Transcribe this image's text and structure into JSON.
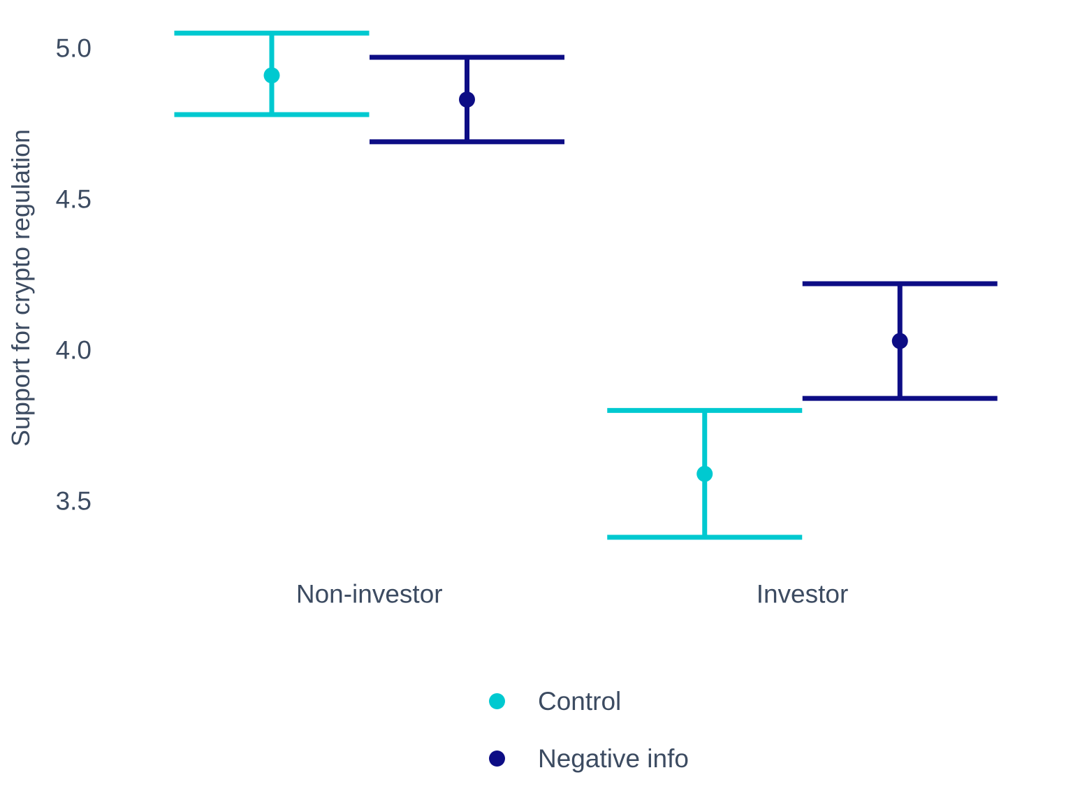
{
  "chart_data": {
    "type": "pointrange",
    "title": "",
    "xlabel": "",
    "ylabel": "Support for crypto regulation",
    "background_color": "#ffffff",
    "text_color": "#3c4b61",
    "grid": false,
    "axis_lines": false,
    "ylim": [
      3.3,
      5.12
    ],
    "yticks": [
      {
        "value": 5.0,
        "label": "5.0"
      },
      {
        "value": 4.5,
        "label": "4.5"
      },
      {
        "value": 4.0,
        "label": "4.0"
      },
      {
        "value": 3.5,
        "label": "3.5"
      }
    ],
    "categories": [
      "Non-investor",
      "Investor"
    ],
    "series": [
      {
        "name": "Control",
        "color": "#00c9d0",
        "points": [
          {
            "category": "Non-investor",
            "mean": 4.91,
            "lower": 4.78,
            "upper": 5.05
          },
          {
            "category": "Investor",
            "mean": 3.59,
            "lower": 3.38,
            "upper": 3.8
          }
        ]
      },
      {
        "name": "Negative info",
        "color": "#0d0d85",
        "points": [
          {
            "category": "Non-investor",
            "mean": 4.83,
            "lower": 4.69,
            "upper": 4.97
          },
          {
            "category": "Investor",
            "mean": 4.03,
            "lower": 3.84,
            "upper": 4.22
          }
        ]
      }
    ],
    "legend": {
      "position": "bottom-center",
      "entries": [
        {
          "label": "Control",
          "color": "#00c9d0"
        },
        {
          "label": "Negative info",
          "color": "#0d0d85"
        }
      ]
    }
  }
}
